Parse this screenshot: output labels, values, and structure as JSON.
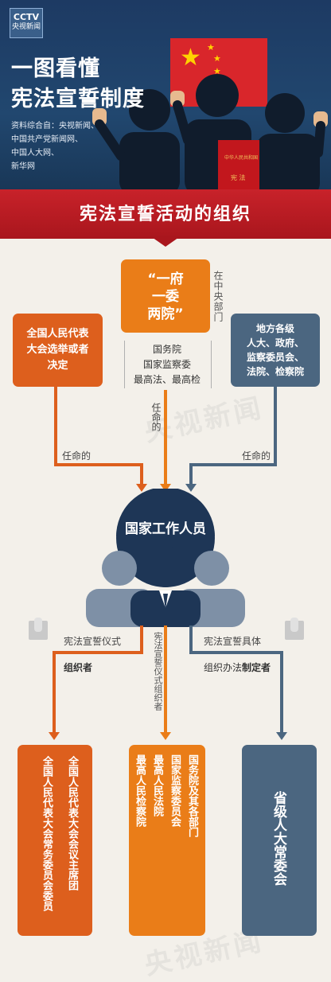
{
  "header": {
    "logo_top": "CCTV",
    "logo_bottom": "央视新闻",
    "title_line1": "一图看懂",
    "title_line2": "宪法宣誓制度",
    "sources": [
      "资料综合自：央视新闻、",
      "中国共产党新闻网、",
      "中国人大网、",
      "新华网"
    ],
    "book_label": "宪 法",
    "book_title": "中华人民共和国"
  },
  "banner": {
    "title": "宪法宣誓活动的组织"
  },
  "top_center": {
    "line1": "“一府",
    "line2": "一委",
    "line3": "两院”",
    "side_label": "在中央部门",
    "sub_line1": "国务院",
    "sub_line2": "国家监察委",
    "sub_line3": "最高法、最高检"
  },
  "top_left": {
    "line1": "全国人民代表",
    "line2": "大会选举或者",
    "line3": "决定"
  },
  "top_right": {
    "line1": "地方各级",
    "line2": "人大、政府、",
    "line3": "监察委员会、",
    "line4": "法院、检察院"
  },
  "labels": {
    "appoint_left": "任命的",
    "appoint_center": "任命的",
    "appoint_right": "任命的",
    "center_title": "国家工作人员",
    "left_1": "宪法宣誓仪式",
    "left_2": "组织者",
    "center_vertical": "宪法宣誓仪式组织者",
    "right_1": "宪法宣誓具体",
    "right_2a": "组织办法",
    "right_2b": "制定者"
  },
  "bottom_left": {
    "col1": "全国人民代表大会会议主席团",
    "col2": "全国人民代表大会常务委员会委员"
  },
  "bottom_center": {
    "col1": "国务院及其各部门",
    "col2": "国家监察委员会",
    "col3": "最高人民法院",
    "col4": "最高人民检察院"
  },
  "bottom_right": {
    "text": "省级人大常委会"
  },
  "watermark": "央视新闻",
  "colors": {
    "orange": "#ea7d18",
    "red_orange": "#dd5f1d",
    "slate": "#4b6680",
    "navy": "#1e3656",
    "banner_red": "#c8222a"
  }
}
